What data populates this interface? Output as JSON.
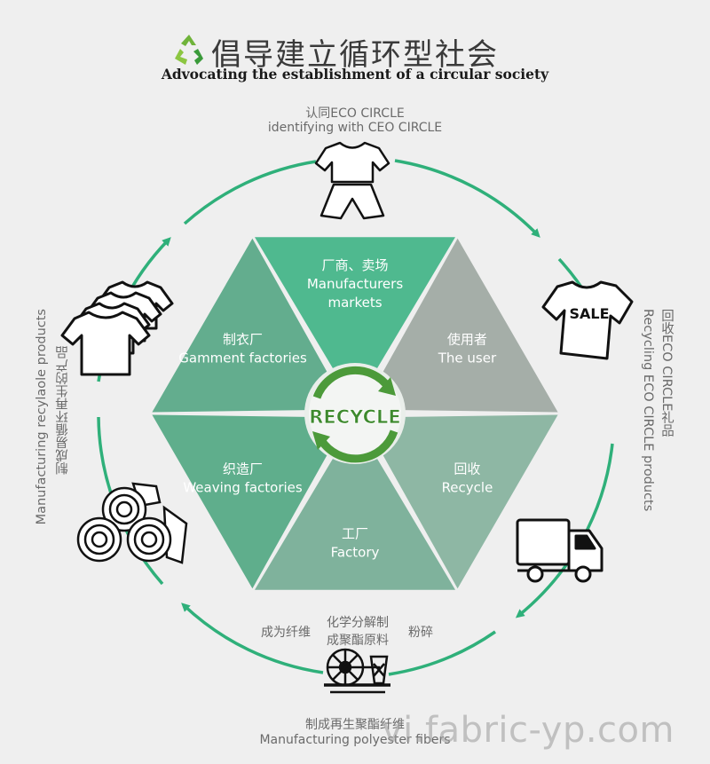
{
  "header": {
    "title_cn": "倡导建立循环型社会",
    "title_en": "Advocating the establishment of a circular society"
  },
  "top_label": {
    "line1": "认同ECO CIRCLE",
    "line2": "identifying with CEO CIRCLE"
  },
  "right_label": {
    "cn": "回收ECO CIRCLE礼品",
    "en": "Recycling ECO CIRCLE products"
  },
  "left_label": {
    "cn": "制成易循环再生的产品",
    "en": "Manufacturing recylaole products"
  },
  "bottom_labels": {
    "fiber_cn": "成为纤维",
    "chem_line1": "化学分解制",
    "chem_line2": "成聚酯原料",
    "crush_cn": "粉碎",
    "mfg_cn": "制成再生聚酯纤维",
    "mfg_en": "Manufacturing polyester fibers"
  },
  "segments": [
    {
      "cn": "厂商、卖场",
      "en1": "Manufacturers",
      "en2": "markets",
      "color": "#4fb98f"
    },
    {
      "cn": "使用者",
      "en1": "The user",
      "en2": "",
      "color": "#a5aea8"
    },
    {
      "cn": "回收",
      "en1": "Recycle",
      "en2": "",
      "color": "#8eb7a4"
    },
    {
      "cn": "工厂",
      "en1": "Factory",
      "en2": "",
      "color": "#7fb29c"
    },
    {
      "cn": "织造厂",
      "en1": "Weaving factories",
      "en2": "",
      "color": "#5fae8c"
    },
    {
      "cn": "制衣厂",
      "en1": "Gamment factories",
      "en2": "",
      "color": "#63ad8e"
    }
  ],
  "center": {
    "text": "RECYCLE"
  },
  "icons": {
    "recycle_logo": "recycle-logo-icon",
    "top": "tshirt-shorts-icon",
    "right": "sale-tshirt-icon",
    "right_bottom": "truck-icon",
    "bottom": "spool-machine-icon",
    "left_bottom": "fabric-rolls-icon",
    "left": "tshirt-stack-icon",
    "sale_text": "SALE"
  },
  "ring_color": "#2fb07a",
  "watermark": "vi.fabric-yp.com"
}
